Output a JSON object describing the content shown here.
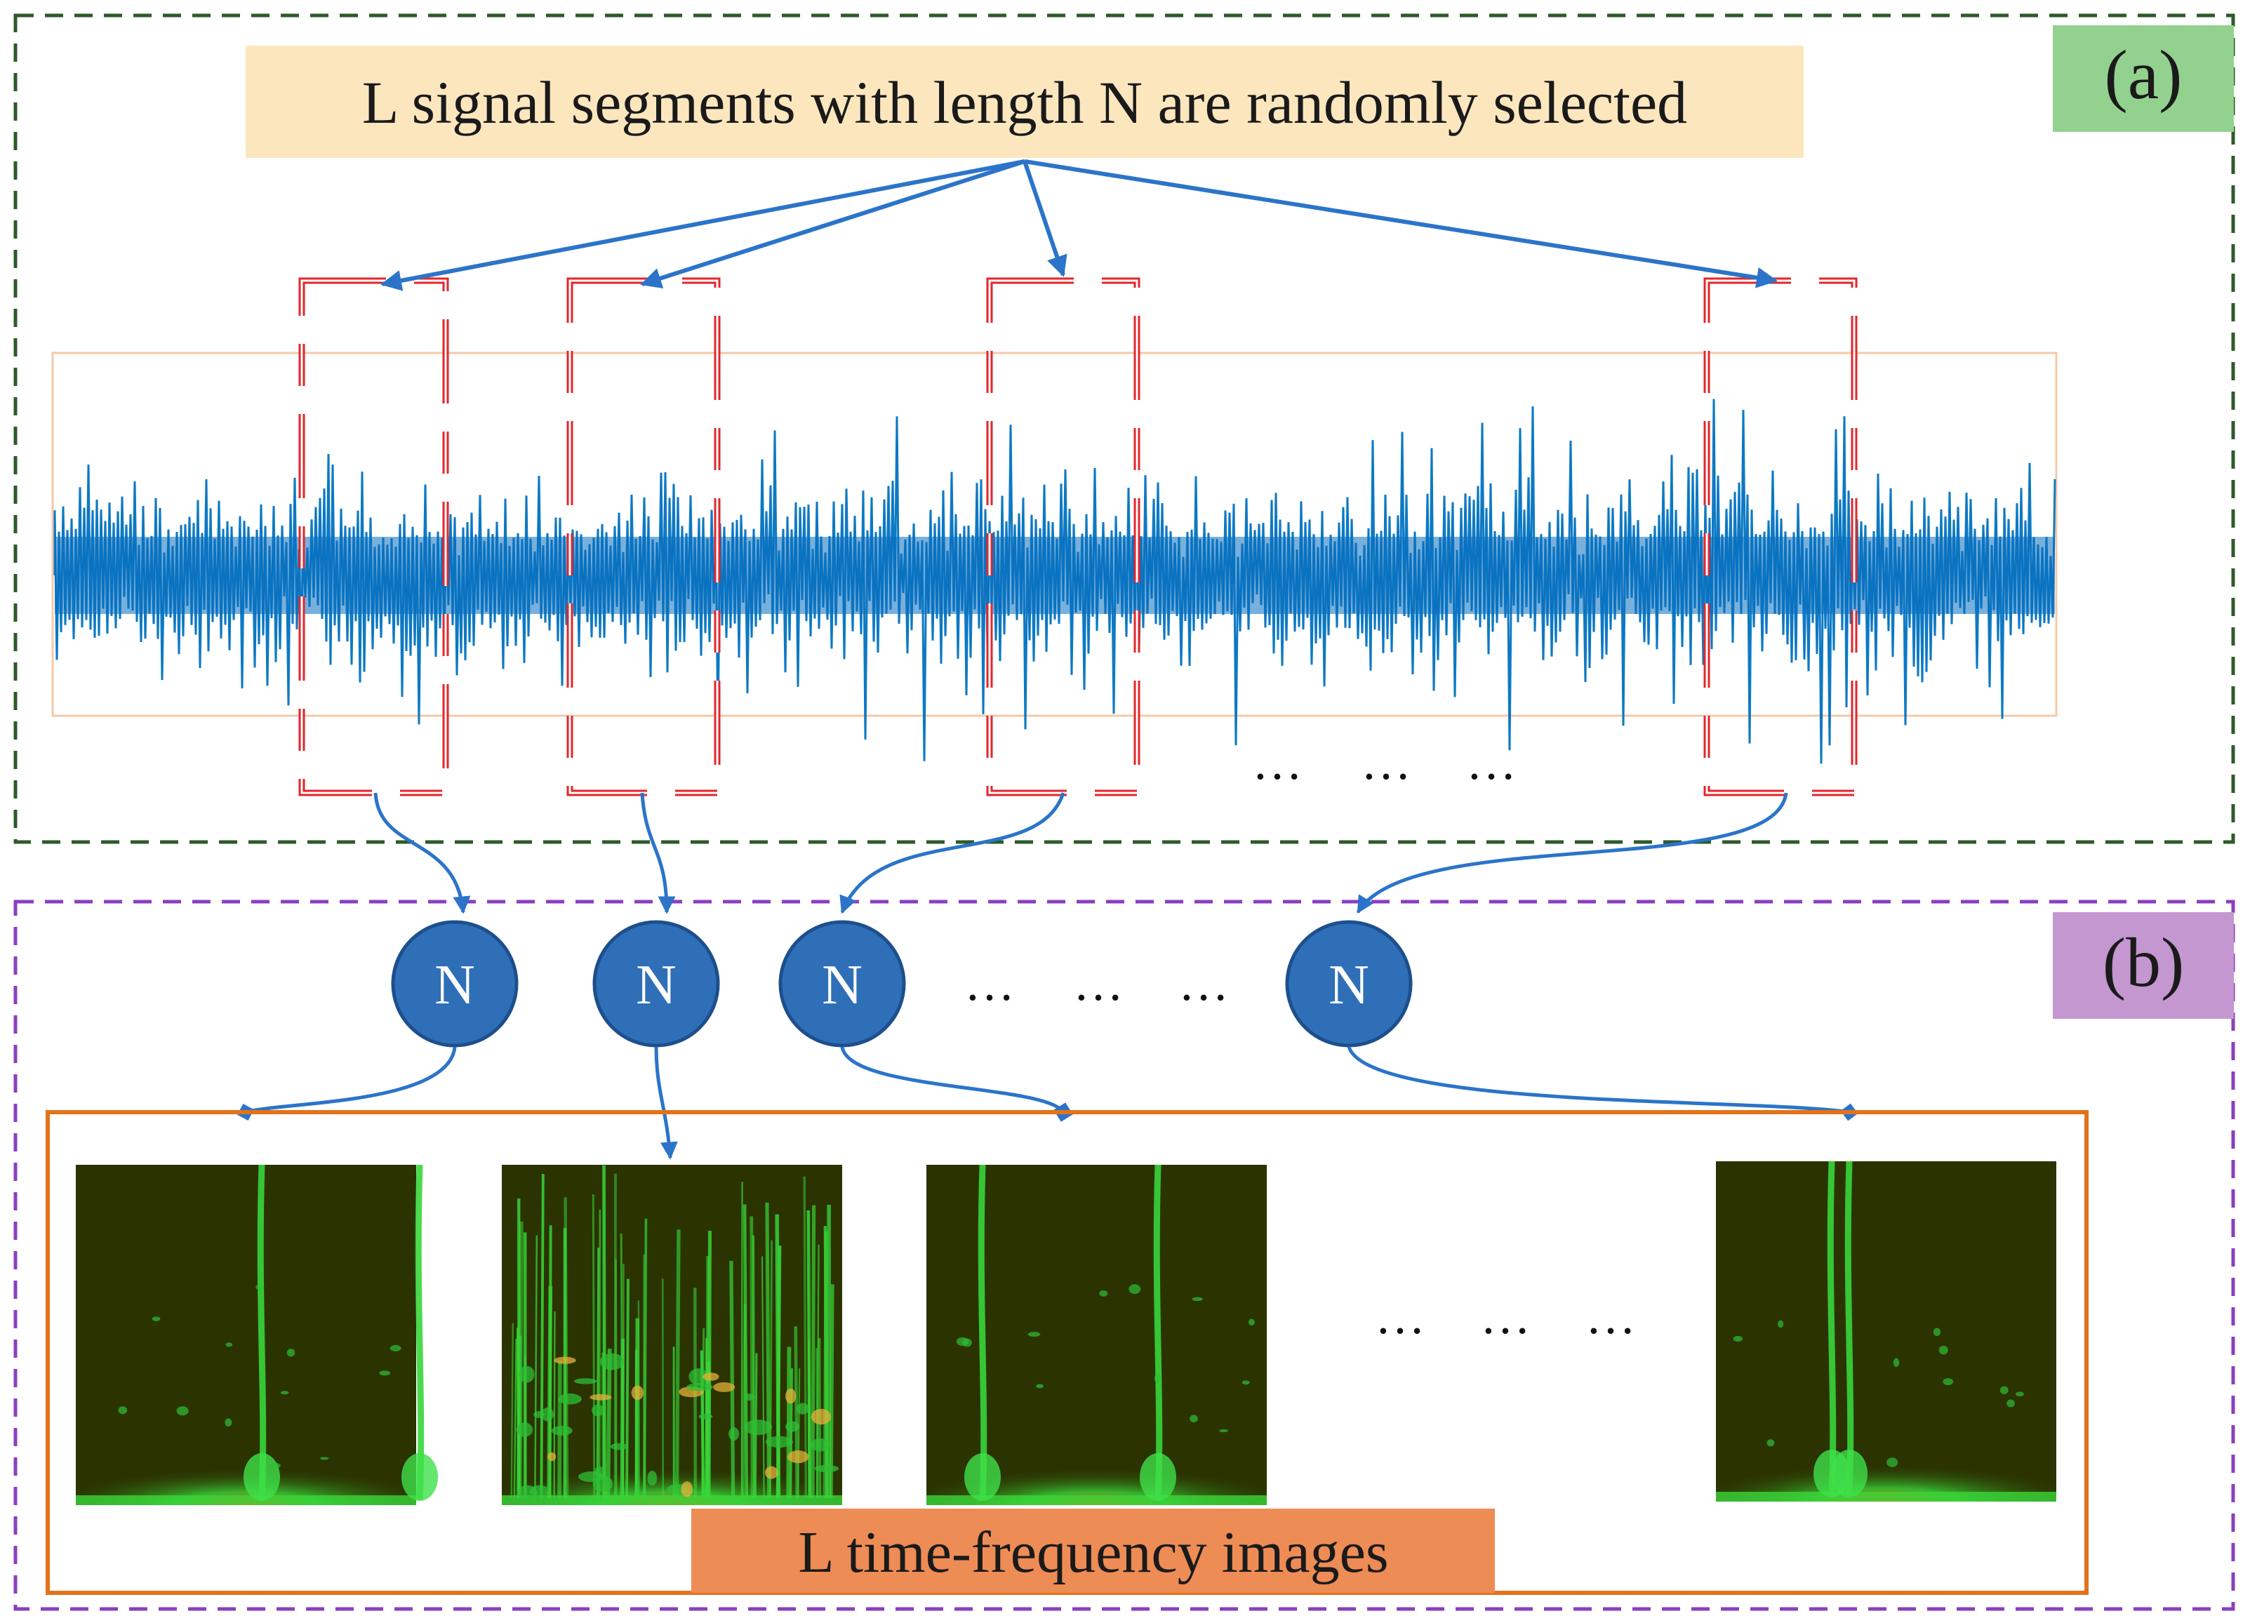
{
  "panel_a": {
    "tag": "(a)",
    "title": "L signal segments with length N are randomly selected",
    "ellipsis": [
      "…",
      "…",
      "…"
    ],
    "colors": {
      "border": "#2e5a2a",
      "title_bg": "#fbe6be",
      "tag_bg": "#93d18f",
      "signal": "#0d79c4",
      "segment_box": "#e3262b",
      "arrow": "#2b74c9"
    }
  },
  "panel_b": {
    "tag": "(b)",
    "nodes": [
      {
        "label": "N"
      },
      {
        "label": "N"
      },
      {
        "label": "N"
      },
      {
        "label": "N"
      }
    ],
    "ellipsis_nodes": [
      "…",
      "…",
      "…"
    ],
    "ellipsis_images": [
      "…",
      "…",
      "…"
    ],
    "images_caption": "L time-frequency images",
    "colors": {
      "border": "#8a3fbf",
      "tag_bg": "#c497d0",
      "node_fill": "#2f6fb8",
      "node_stroke": "#1d4f8d",
      "image_frame": "#e2731a",
      "caption_bg": "#ee8c55",
      "tf_bg": "#2b3300",
      "tf_green": "#37d63a"
    }
  }
}
